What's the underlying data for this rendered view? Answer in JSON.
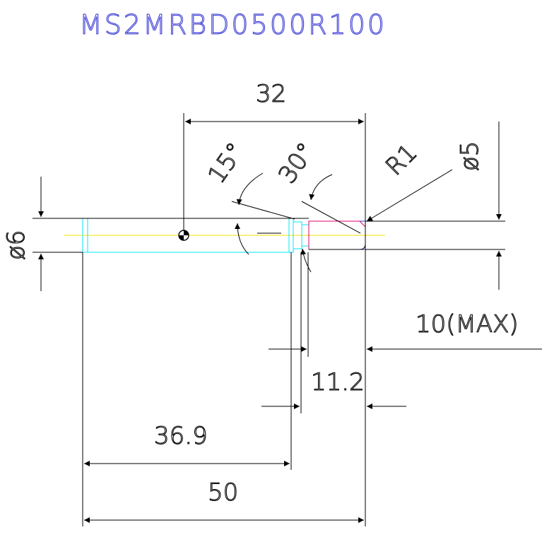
{
  "title": "MS2MRBD0500R100",
  "labels": {
    "overall_length": "50",
    "shank_length": "36.9",
    "head_length": "32",
    "neck_length": "11.2",
    "flute_length": "10(MAX)",
    "shank_diameter": "ø6",
    "head_diameter": "ø5",
    "nose_radius": "R1",
    "angle_15": "15°",
    "angle_30": "30°"
  },
  "colors": {
    "outline": "#000000",
    "title": "#3b3bd6",
    "shank": "#00e5ff",
    "head": "#2438d8",
    "tip": "#e0006e",
    "center_line": "#f5e000"
  }
}
